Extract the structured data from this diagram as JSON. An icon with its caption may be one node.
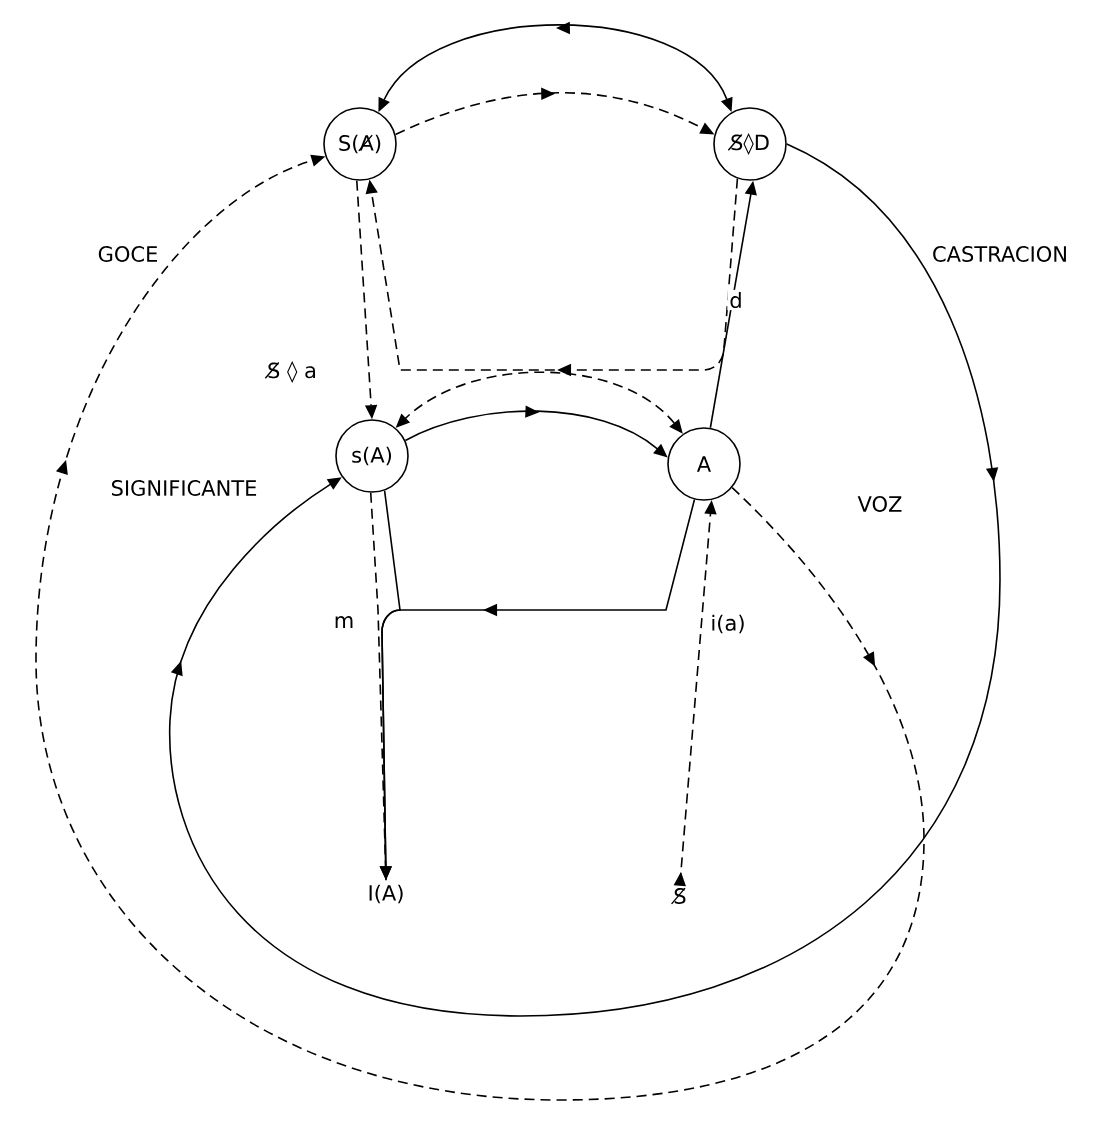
{
  "diagram": {
    "nodes": [
      {
        "text": [
          "S(A̸)"
        ]
      },
      {
        "text": [
          "S̸◊D"
        ]
      },
      {
        "text": [
          "s(A)"
        ]
      },
      {
        "text": [
          "A"
        ]
      },
      {
        "text": [
          "I(A)"
        ]
      },
      {
        "text": [
          "S̸"
        ]
      }
    ],
    "edges": [
      {
        "from": 1,
        "to": 0,
        "arrow": "both"
      },
      {
        "from": 0,
        "to": 1,
        "arrow": "to",
        "style": "dashed"
      },
      {
        "from": 1,
        "to": 0,
        "arrow": "to",
        "style": "dashed"
      },
      {
        "from": 0,
        "to": 2,
        "arrow": "to",
        "style": "dashed",
        "label": "S̸ ◊ a"
      },
      {
        "from": 2,
        "to": 3,
        "arrow": "to"
      },
      {
        "from": 3,
        "to": 2,
        "arrow": "both",
        "style": "dashed"
      },
      {
        "from": 3,
        "to": 1,
        "arrow": "to",
        "label": "d"
      },
      {
        "from": 1,
        "to": 2,
        "arrow": "to"
      },
      {
        "from": 3,
        "to": 0,
        "arrow": "to",
        "style": "dashed"
      },
      {
        "from": 5,
        "to": 3,
        "arrow": "to",
        "style": "dashed"
      },
      {
        "from": 3,
        "to": 4,
        "arrow": "to"
      },
      {
        "from": 2,
        "to": 4,
        "arrow": "to"
      },
      {
        "from": 2,
        "to": 4,
        "arrow": "none",
        "style": "dashed"
      }
    ],
    "labels": [
      "GOCE",
      "CASTRACION",
      "SIGNIFICANTE",
      "VOZ",
      "m",
      "i(a)"
    ]
  }
}
